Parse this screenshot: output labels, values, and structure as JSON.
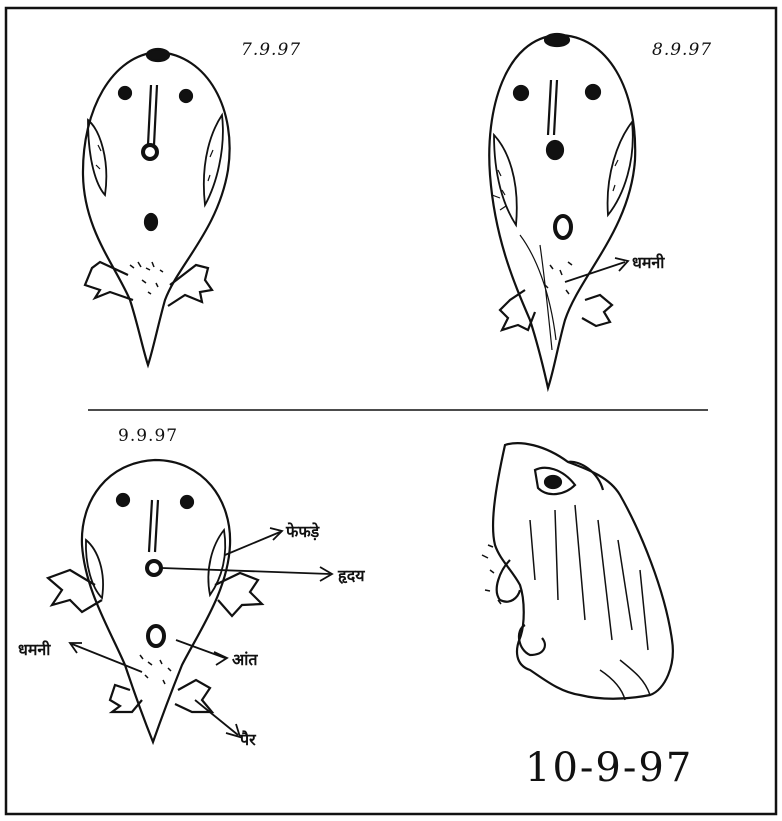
{
  "panels": {
    "top_left": {
      "date": "7.9.97"
    },
    "top_right": {
      "date": "8.9.97",
      "labels": {
        "artery": "धमनी"
      }
    },
    "bottom_left": {
      "date": "9.9.97",
      "labels": {
        "lungs": "फेफड़े",
        "heart": "हृदय",
        "artery": "धमनी",
        "intestine": "आंत",
        "leg": "पैर"
      }
    },
    "bottom_right": {
      "date": "10-9-97"
    }
  }
}
